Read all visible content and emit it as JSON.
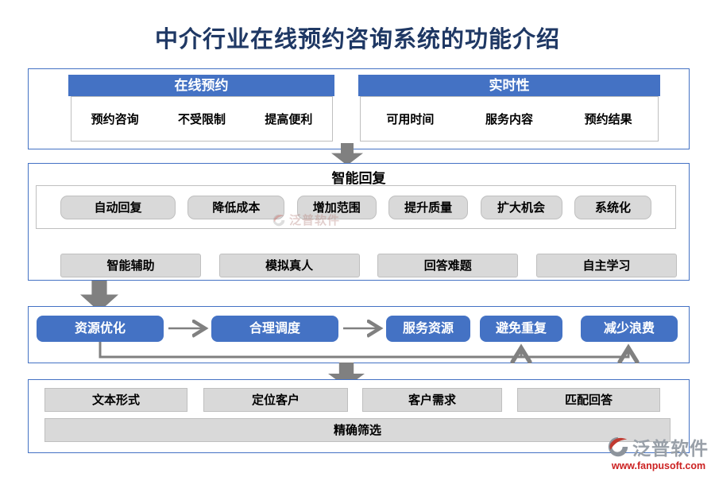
{
  "title": "中介行业在线预约咨询系统的功能介绍",
  "colors": {
    "accent_blue": "#4472C4",
    "title_navy": "#1F3864",
    "gray_fill": "#D9D9D9",
    "arrow_gray": "#808080",
    "brand_red": "#CC2222"
  },
  "booking": {
    "header": "在线预约",
    "items": [
      "预约咨询",
      "不受限制",
      "提高便利"
    ]
  },
  "realtime": {
    "header": "实时性",
    "items": [
      "可用时间",
      "服务内容",
      "预约结果"
    ]
  },
  "smart_reply": {
    "title": "智能回复",
    "benefits": [
      "自动回复",
      "降低成本",
      "增加范围",
      "提升质量",
      "扩大机会",
      "系统化"
    ],
    "capabilities": [
      "智能辅助",
      "模拟真人",
      "回答难题",
      "自主学习"
    ]
  },
  "resource": {
    "nodes": [
      "资源优化",
      "合理调度",
      "服务资源",
      "避免重复",
      "减少浪费"
    ]
  },
  "matching": {
    "items": [
      "文本形式",
      "定位客户",
      "客户需求",
      "匹配回答"
    ],
    "footer": "精确筛选"
  },
  "brand": {
    "name": "泛普软件",
    "url": "www.fanpusoft.com"
  },
  "watermark": "泛普软件"
}
